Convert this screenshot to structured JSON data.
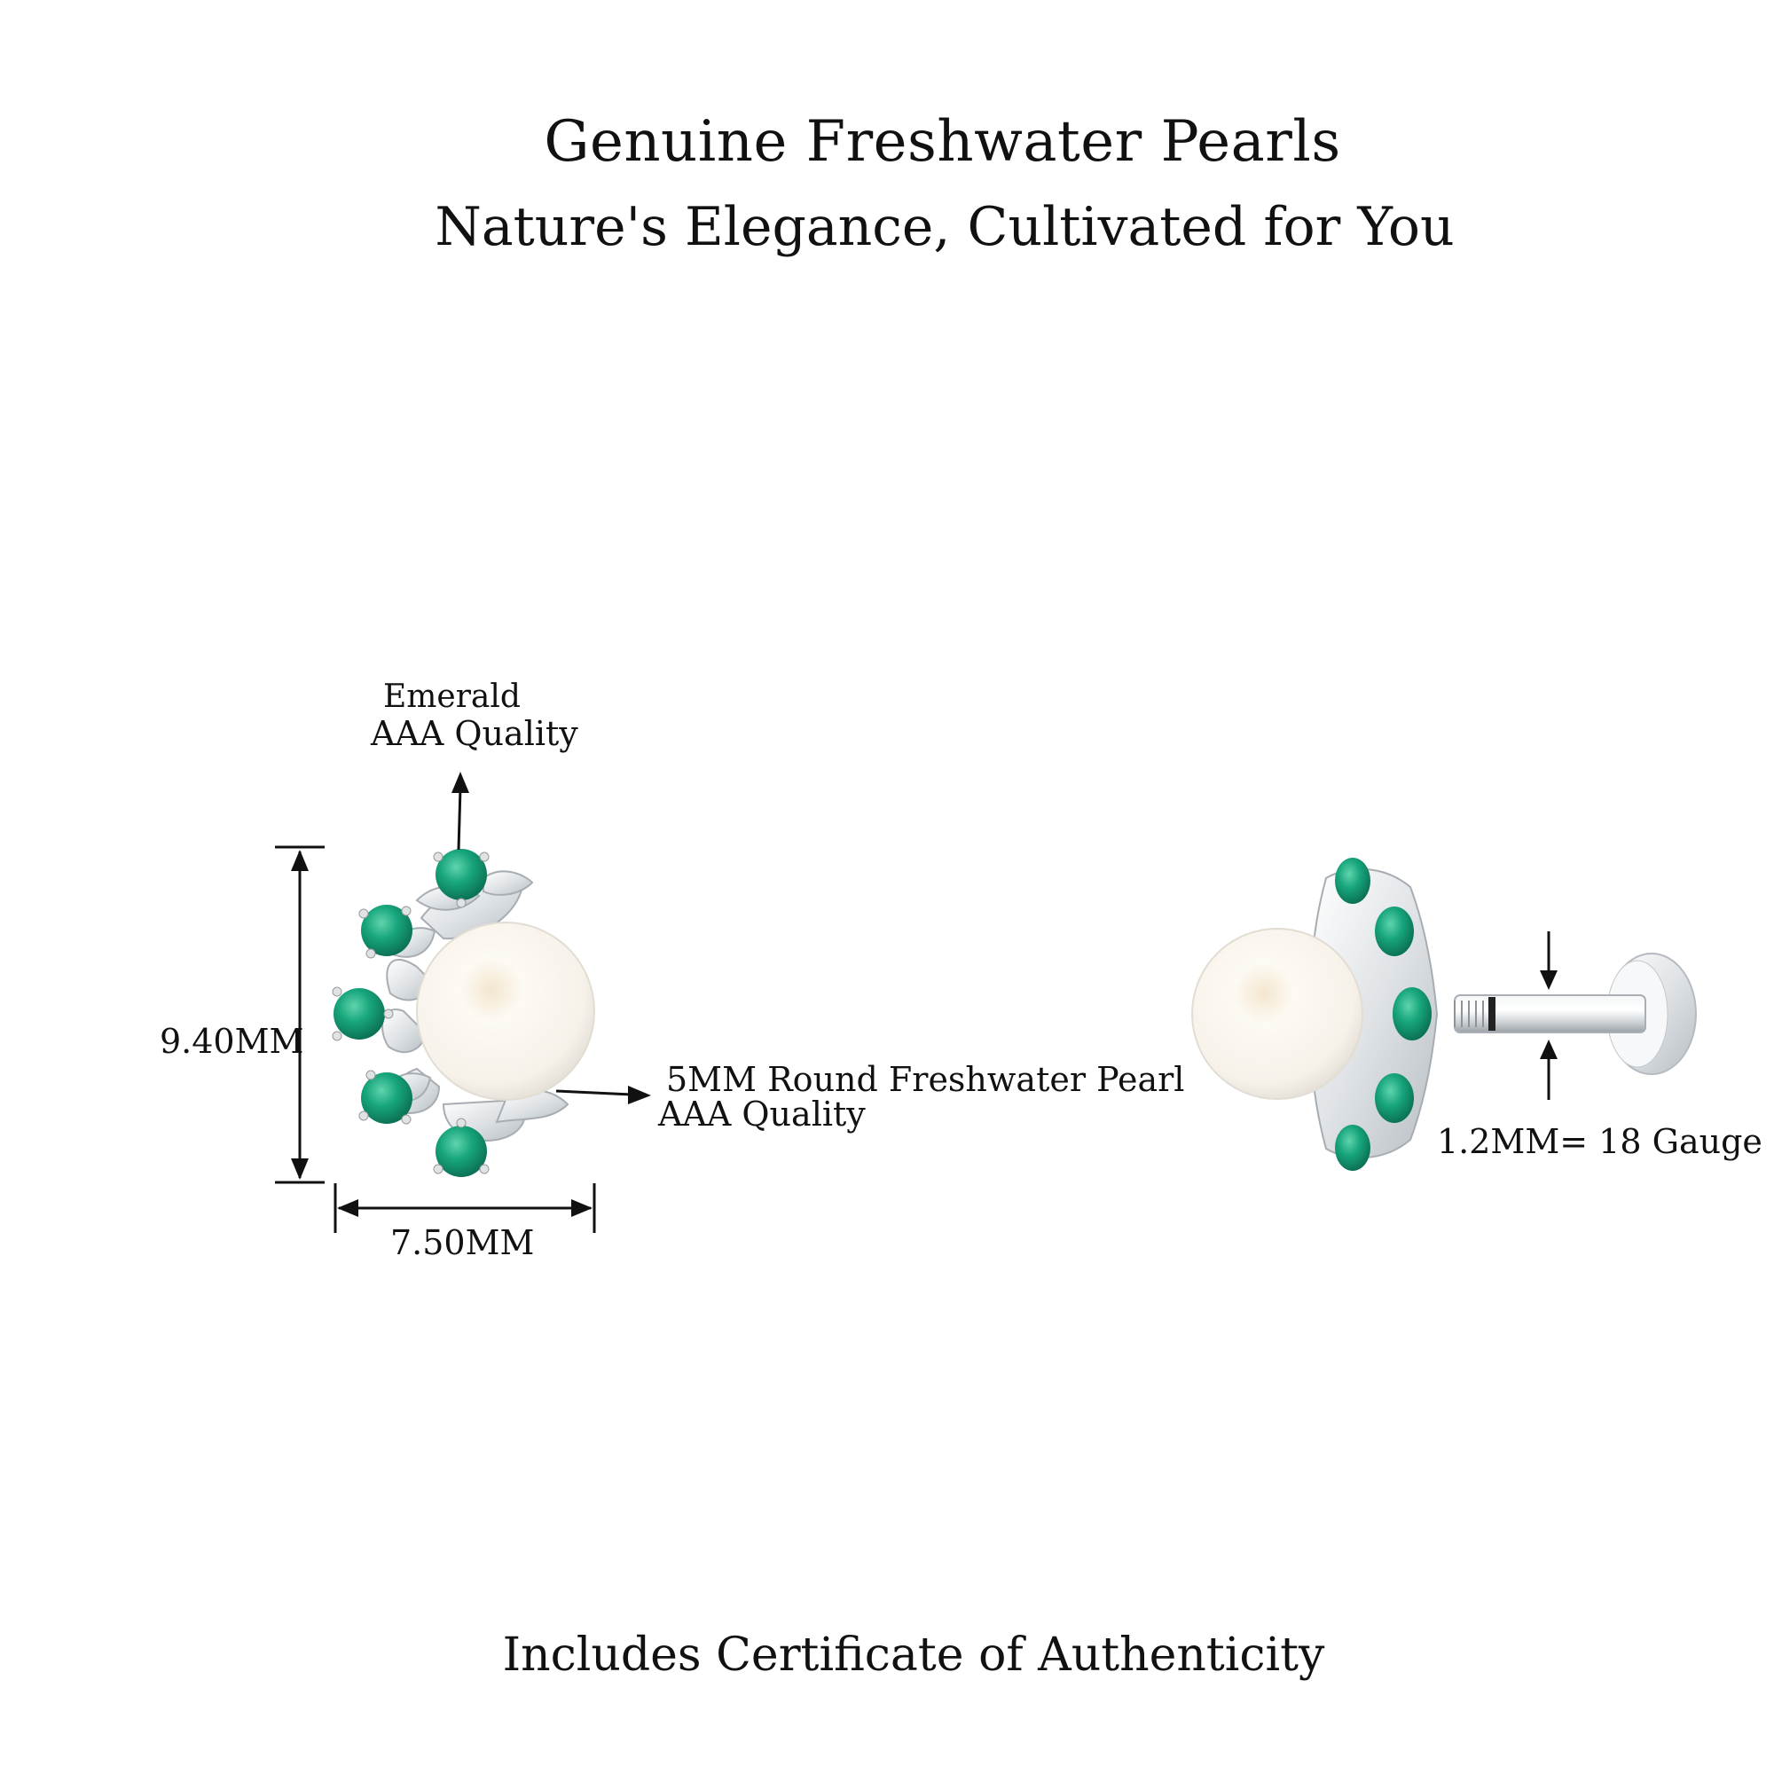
{
  "header": {
    "title": "Genuine Freshwater Pearls",
    "subtitle": "Nature's Elegance, Cultivated for You"
  },
  "front_view": {
    "gem_label": "Emerald",
    "gem_quality": "AAA Quality",
    "height_label": "9.40MM",
    "width_label": "7.50MM",
    "pearl_label": "5MM Round Freshwater Pearl",
    "pearl_quality": "AAA Quality"
  },
  "side_view": {
    "gauge_label": "1.2MM=  18 Gauge"
  },
  "footer": {
    "note": "Includes Certificate of Authenticity"
  },
  "colors": {
    "emerald": "#139a74",
    "metal": "#e9ecef",
    "pearl": "#fbf8f1",
    "text": "#111111"
  }
}
